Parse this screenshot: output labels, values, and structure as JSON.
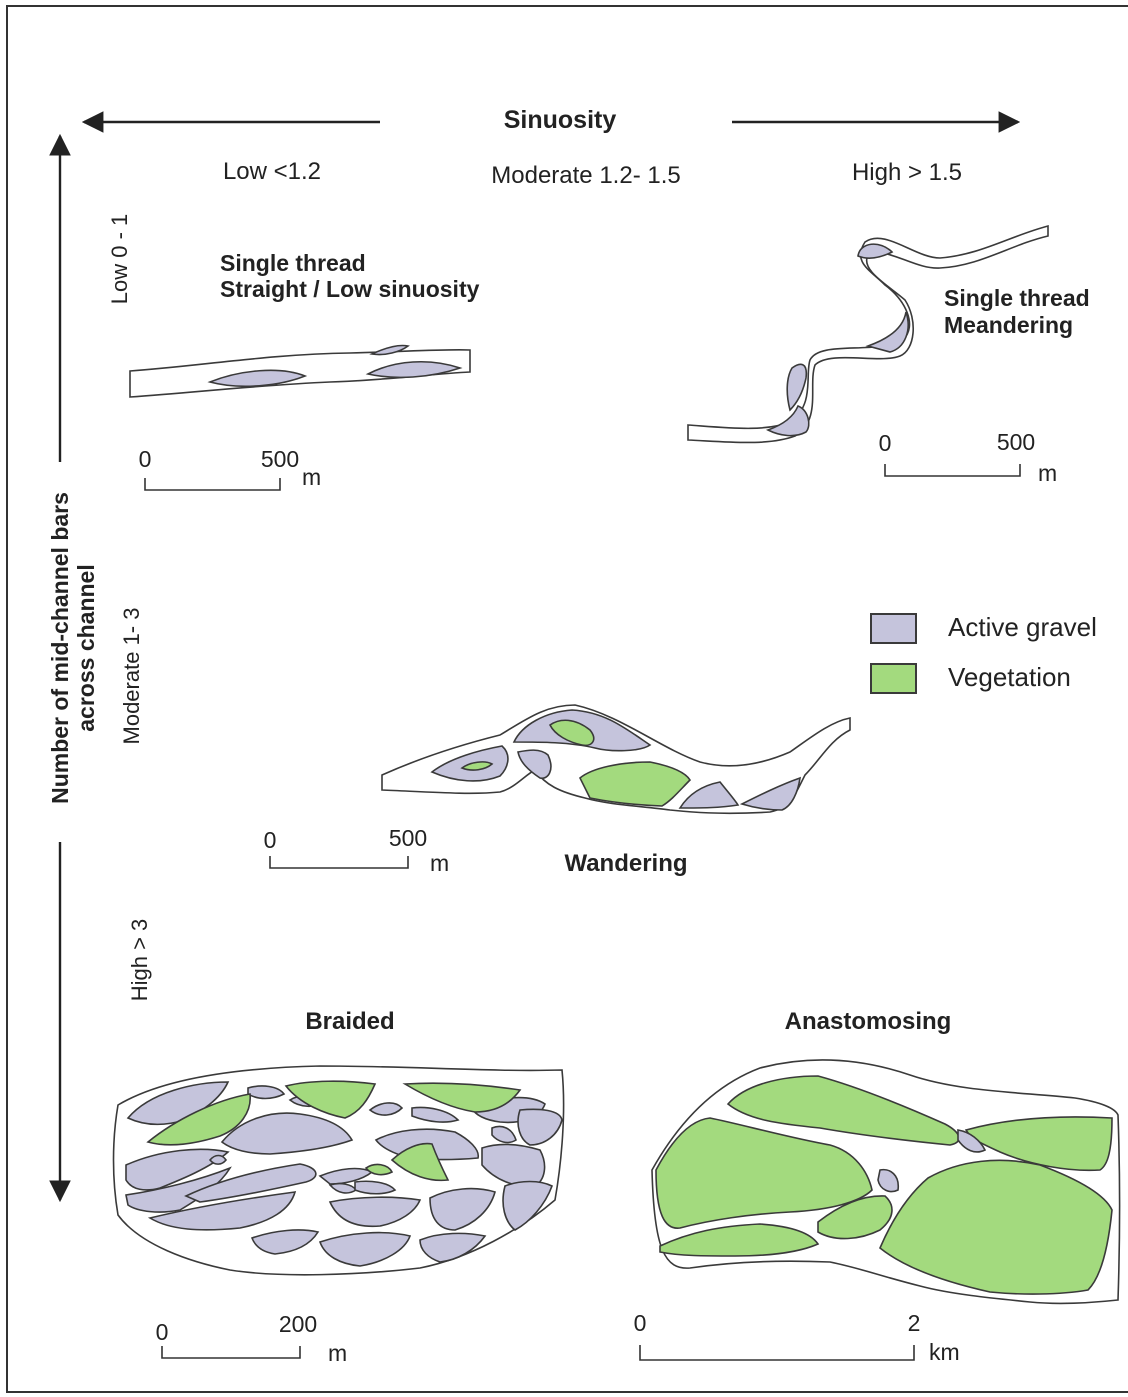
{
  "colors": {
    "gravel": "#c5c4dc",
    "vegetation": "#a3da7e",
    "outline": "#3a3a3a"
  },
  "sinuosity": {
    "title": "Sinuosity",
    "low": "Low <1.2",
    "moderate": "Moderate 1.2- 1.5",
    "high": "High > 1.5"
  },
  "bars_axis": {
    "title_line1": "Number of mid-channel bars",
    "title_line2": "across channel",
    "low": "Low 0 - 1",
    "moderate": "Moderate 1- 3",
    "high": "High > 3"
  },
  "types": {
    "straight_line1": "Single thread",
    "straight_line2": "Straight / Low sinuosity",
    "meander_line1": "Single thread",
    "meander_line2": "Meandering",
    "wandering": "Wandering",
    "braided": "Braided",
    "anastomosing": "Anastomosing"
  },
  "legend": {
    "gravel": "Active gravel",
    "vegetation": "Vegetation"
  },
  "scale_bars": {
    "straight": {
      "start": "0",
      "end": "500",
      "unit": "m"
    },
    "meander": {
      "start": "0",
      "end": "500",
      "unit": "m"
    },
    "wandering": {
      "start": "0",
      "end": "500",
      "unit": "m"
    },
    "braided": {
      "start": "0",
      "end": "200",
      "unit": "m"
    },
    "anastomosing": {
      "start": "0",
      "end": "2",
      "unit": "km"
    }
  }
}
